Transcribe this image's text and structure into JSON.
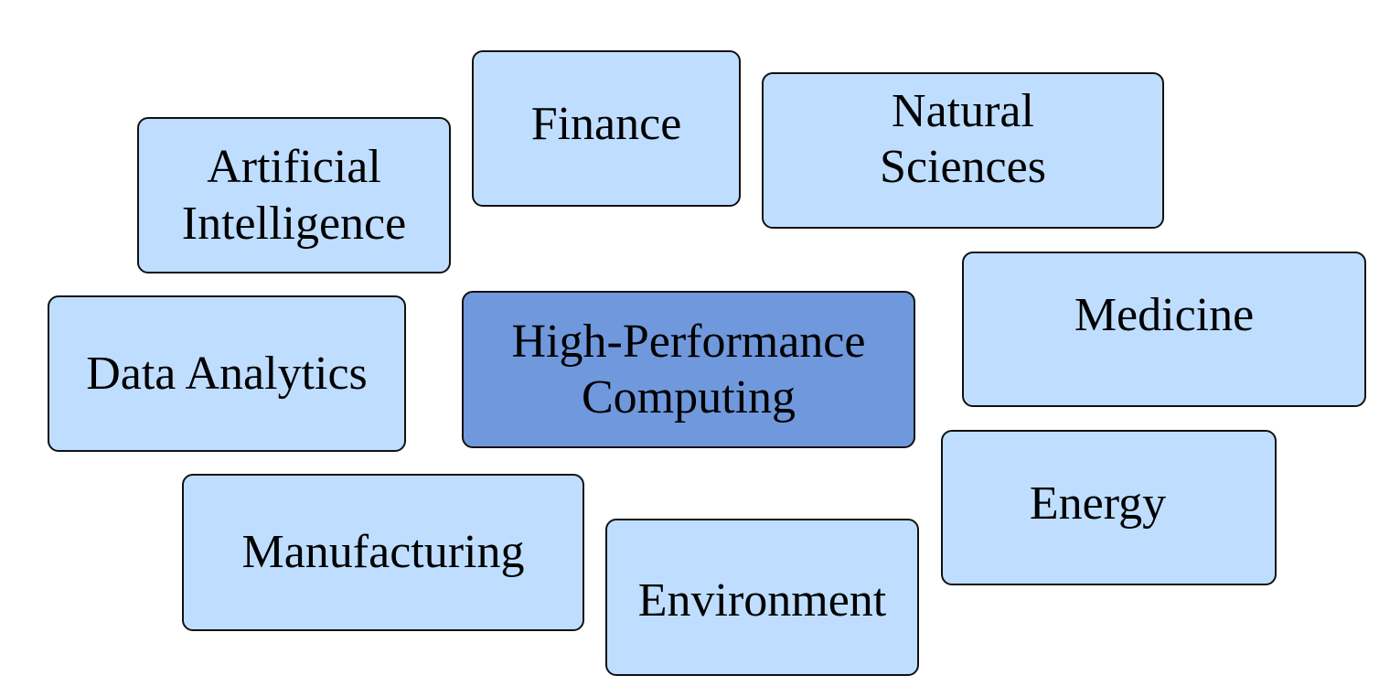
{
  "diagram": {
    "center_topic": {
      "lines": [
        "High-Performance",
        "Computing"
      ]
    },
    "topics": {
      "finance": {
        "lines": [
          "Finance"
        ]
      },
      "natural_sciences": {
        "lines": [
          "Natural",
          "Sciences"
        ]
      },
      "artificial_intelligence": {
        "lines": [
          "Artificial",
          "Intelligence"
        ]
      },
      "data_analytics": {
        "lines": [
          "Data Analytics"
        ]
      },
      "medicine": {
        "lines": [
          "Medicine"
        ]
      },
      "energy": {
        "lines": [
          "Energy"
        ]
      },
      "manufacturing": {
        "lines": [
          "Manufacturing"
        ]
      },
      "environment": {
        "lines": [
          "Environment"
        ]
      }
    },
    "colors": {
      "topic_fill": "#bfdeff",
      "center_fill": "#7098dc",
      "border": "#111111"
    }
  }
}
